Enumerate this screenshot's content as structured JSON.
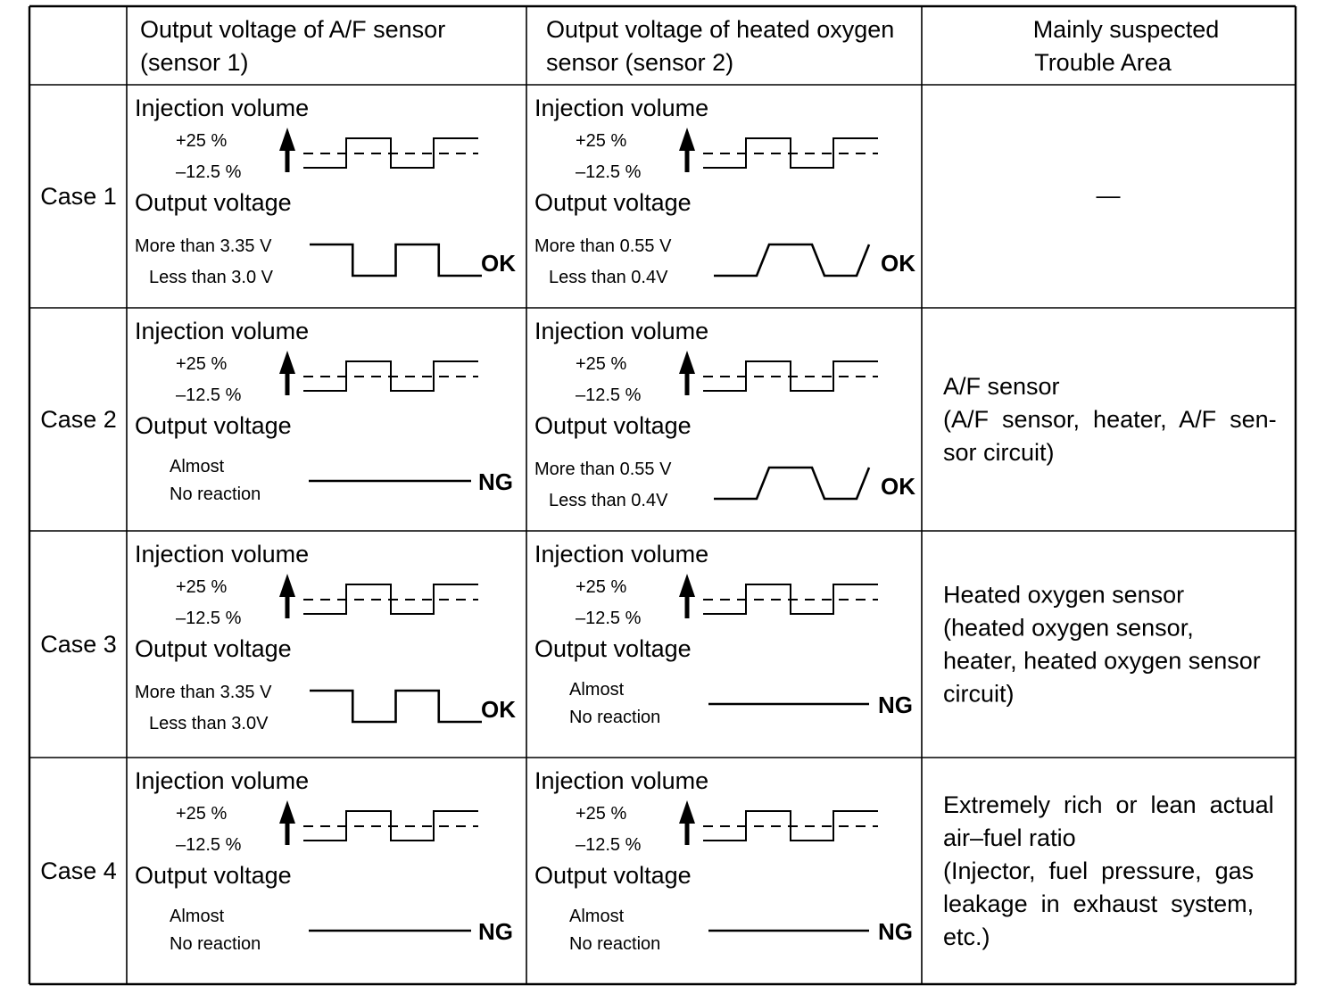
{
  "table": {
    "headers": [
      "",
      "Output voltage of A/F sensor (sensor 1)",
      "Output voltage of heated oxygen sensor (sensor 2)",
      "Mainly suspected Trouble Area"
    ],
    "header_lines": {
      "col1": [
        "Output voltage of A/F sensor",
        "(sensor 1)"
      ],
      "col2": [
        "Output voltage of heated oxygen",
        "sensor (sensor 2)"
      ],
      "col3": [
        "Mainly suspected",
        "Trouble Area"
      ]
    },
    "rows": [
      {
        "case": "Case 1",
        "af": {
          "injection_label": "Injection volume",
          "inj_high": "+25 %",
          "inj_low": "–12.5 %",
          "output_label": "Output voltage",
          "level_high": "More than 3.35 V",
          "level_low": "Less than 3.0 V",
          "reaction": null,
          "waveform": "square",
          "result": "OK"
        },
        "ho2": {
          "injection_label": "Injection volume",
          "inj_high": "+25 %",
          "inj_low": "–12.5 %",
          "output_label": "Output voltage",
          "level_high": "More than 0.55 V",
          "level_low": "Less than 0.4V",
          "reaction": null,
          "waveform": "trapezoid",
          "result": "OK"
        },
        "trouble_area": [
          "—"
        ]
      },
      {
        "case": "Case 2",
        "af": {
          "injection_label": "Injection volume",
          "inj_high": "+25 %",
          "inj_low": "–12.5 %",
          "output_label": "Output voltage",
          "level_high": null,
          "level_low": null,
          "reaction": [
            "Almost",
            "No reaction"
          ],
          "waveform": "flat",
          "result": "NG"
        },
        "ho2": {
          "injection_label": "Injection volume",
          "inj_high": "+25 %",
          "inj_low": "–12.5 %",
          "output_label": "Output voltage",
          "level_high": "More than 0.55 V",
          "level_low": "Less than 0.4V",
          "reaction": null,
          "waveform": "trapezoid",
          "result": "OK"
        },
        "trouble_area": [
          "A/F sensor",
          "(A/F  sensor,  heater,  A/F  sen-",
          "sor circuit)"
        ]
      },
      {
        "case": "Case 3",
        "af": {
          "injection_label": "Injection volume",
          "inj_high": "+25 %",
          "inj_low": "–12.5 %",
          "output_label": "Output voltage",
          "level_high": "More than 3.35 V",
          "level_low": "Less than 3.0V",
          "reaction": null,
          "waveform": "square",
          "result": "OK"
        },
        "ho2": {
          "injection_label": "Injection volume",
          "inj_high": "+25 %",
          "inj_low": "–12.5 %",
          "output_label": "Output voltage",
          "level_high": null,
          "level_low": null,
          "reaction": [
            "Almost",
            "No reaction"
          ],
          "waveform": "flat",
          "result": "NG"
        },
        "trouble_area": [
          "Heated oxygen sensor",
          "(heated oxygen sensor,",
          "heater, heated oxygen sensor",
          "circuit)"
        ]
      },
      {
        "case": "Case 4",
        "af": {
          "injection_label": "Injection volume",
          "inj_high": "+25 %",
          "inj_low": "–12.5 %",
          "output_label": "Output voltage",
          "level_high": null,
          "level_low": null,
          "reaction": [
            "Almost",
            "No reaction"
          ],
          "waveform": "flat",
          "result": "NG"
        },
        "ho2": {
          "injection_label": "Injection volume",
          "inj_high": "+25 %",
          "inj_low": "–12.5 %",
          "output_label": "Output voltage",
          "level_high": null,
          "level_low": null,
          "reaction": [
            "Almost",
            "No reaction"
          ],
          "waveform": "flat",
          "result": "NG"
        },
        "trouble_area": [
          "Extremely  rich  or  lean  actual",
          "air–fuel ratio",
          "(Injector,  fuel  pressure,  gas",
          "leakage  in  exhaust  system,",
          "etc.)"
        ]
      }
    ]
  }
}
